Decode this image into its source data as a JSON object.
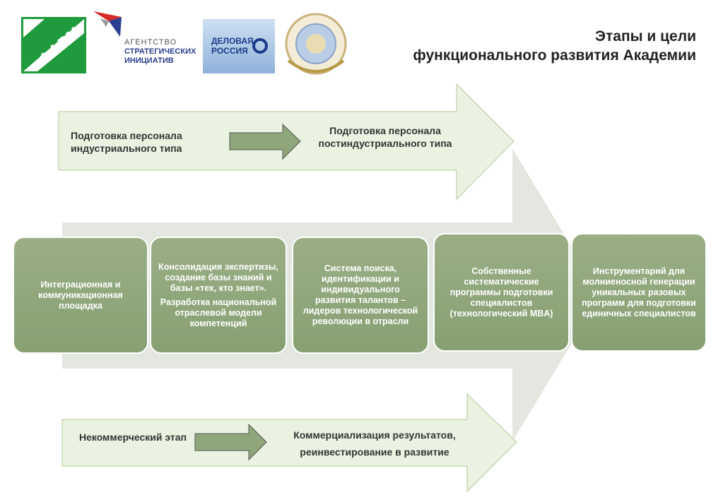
{
  "header": {
    "title_line1": "Этапы и цели",
    "title_line2": "функционального развития Академии"
  },
  "logos": {
    "farm": "ФАРМ",
    "asi_line1": "АГЕНТСТВО",
    "asi_line2": "СТРАТЕГИЧЕСКИХ",
    "asi_line3": "ИНИЦИАТИВ",
    "dr_line1": "ДЕЛОВАЯ",
    "dr_line2": "РОССИЯ"
  },
  "colors": {
    "node_fill": "#8fa67a",
    "arrow_fill": "#e9f2df",
    "arrow_border": "#a9c08c",
    "inner_arrow": "#8fa67a",
    "big_arrow": "#e2e6de"
  },
  "top_arrow": {
    "from": "Подготовка персонала индустриального типа",
    "to": "Подготовка персонала постиндустриального типа"
  },
  "bottom_arrow": {
    "from": "Некоммерческий этап",
    "to_line1": "Коммерциализация результатов,",
    "to_line2": "реинвестирование в развитие"
  },
  "nodes": [
    {
      "text1": "Интеграционная и коммуникационная площадка",
      "text2": ""
    },
    {
      "text1": "Консолидация экспертизы, создание базы знаний и базы «тех, кто знает».",
      "text2": "Разработка национальной отраслевой модели компетенций"
    },
    {
      "text1": "Система поиска, идентификации и индивидуального развития талантов – лидеров технологической революции в отрасли",
      "text2": ""
    },
    {
      "text1": "Собственные систематические программы подготовки специалистов (технологический MBA)",
      "text2": ""
    },
    {
      "text1": "Инструментарий для молниеносной генерации уникальных разовых программ для подготовки единичных специалистов",
      "text2": ""
    }
  ]
}
